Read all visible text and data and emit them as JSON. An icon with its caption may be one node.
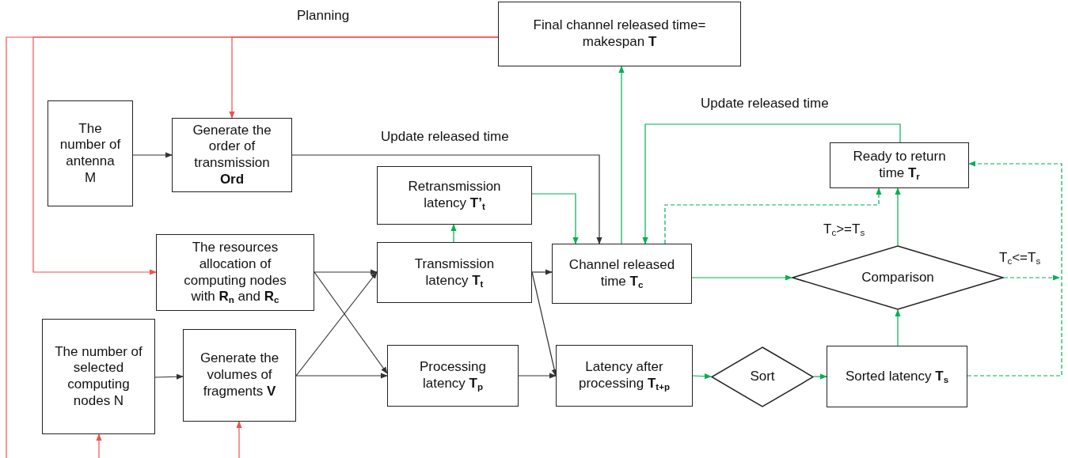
{
  "diagram": {
    "nodes": [
      {
        "text": [
          "Final channel released time= makespan **T**"
        ]
      },
      {
        "text": [
          "The number of antenna M"
        ]
      },
      {
        "text": [
          "Generate the order of transmission **Ord**"
        ]
      },
      {
        "text": [
          "Retransmission latency **T’**$_{t}$"
        ]
      },
      {
        "text": [
          "The resources allocation of computing nodes with **R**$_{n}$ and **R**$_{c}$"
        ]
      },
      {
        "text": [
          "Transmission latency **T**$_{t}$"
        ]
      },
      {
        "text": [
          "Channel released time **T**$_{c}$"
        ]
      },
      {
        "text": [
          "Ready to return time **T**$_{r}$"
        ]
      },
      {
        "text": [
          "Comparison"
        ]
      },
      {
        "text": [
          "The number of selected computing nodes N"
        ]
      },
      {
        "text": [
          "Generate the volumes of fragments **V**"
        ]
      },
      {
        "text": [
          "Processing latency **T**$_{p}$"
        ]
      },
      {
        "text": [
          "Latency after processing **T**$_{t+p}$"
        ]
      },
      {
        "text": [
          "Sort"
        ]
      },
      {
        "text": [
          "Sorted latency **T**$_{s}$"
        ]
      }
    ],
    "edges": [
      {
        "from": 0,
        "to": 2,
        "arrow": "to",
        "color": "#f05050"
      },
      {
        "from": 0,
        "to": 4,
        "arrow": "to",
        "color": "#f05050"
      },
      {
        "from": 0,
        "to": null,
        "arrow": "none",
        "color": "#f05050"
      },
      {
        "from": null,
        "to": 9,
        "arrow": "to",
        "color": "#f05050"
      },
      {
        "from": null,
        "to": 10,
        "arrow": "to",
        "color": "#f05050"
      },
      {
        "from": 1,
        "to": 2,
        "arrow": "to",
        "color": "#333333"
      },
      {
        "from": 2,
        "to": 6,
        "arrow": "to",
        "color": "#333333",
        "label": "Update released time"
      },
      {
        "from": 9,
        "to": 10,
        "arrow": "to",
        "color": "#333333"
      },
      {
        "from": 4,
        "to": 5,
        "arrow": "to",
        "color": "#333333"
      },
      {
        "from": 4,
        "to": 11,
        "arrow": "to",
        "color": "#333333"
      },
      {
        "from": 10,
        "to": 5,
        "arrow": "to",
        "color": "#333333"
      },
      {
        "from": 10,
        "to": 11,
        "arrow": "to",
        "color": "#333333"
      },
      {
        "from": 5,
        "to": 6,
        "arrow": "to",
        "color": "#333333"
      },
      {
        "from": 5,
        "to": 12,
        "arrow": "to",
        "color": "#333333"
      },
      {
        "from": 11,
        "to": 12,
        "arrow": "to",
        "color": "#333333"
      },
      {
        "from": 5,
        "to": 3,
        "arrow": "to"
      },
      {
        "from": 3,
        "to": 6,
        "arrow": "to"
      },
      {
        "from": 6,
        "to": 0,
        "arrow": "to"
      },
      {
        "from": 7,
        "to": 6,
        "arrow": "to",
        "label": "Update released time"
      },
      {
        "from": 6,
        "to": 7,
        "arrow": "to",
        "style": "dashed"
      },
      {
        "from": 6,
        "to": 8,
        "arrow": "to"
      },
      {
        "from": 8,
        "to": 7,
        "arrow": "to",
        "label": "T$_{c}$>=T$_{s}$"
      },
      {
        "from": 8,
        "to": null,
        "arrow": "to",
        "style": "dashed",
        "label": "T$_{c}$<=T$_{s}$"
      },
      {
        "from": 14,
        "to": 7,
        "arrow": "to",
        "style": "dashed"
      },
      {
        "from": 14,
        "to": 8,
        "arrow": "to"
      },
      {
        "from": 12,
        "to": 13,
        "arrow": "to"
      },
      {
        "from": 13,
        "to": 14,
        "arrow": "to"
      }
    ],
    "labels": [
      "Planning"
    ]
  }
}
